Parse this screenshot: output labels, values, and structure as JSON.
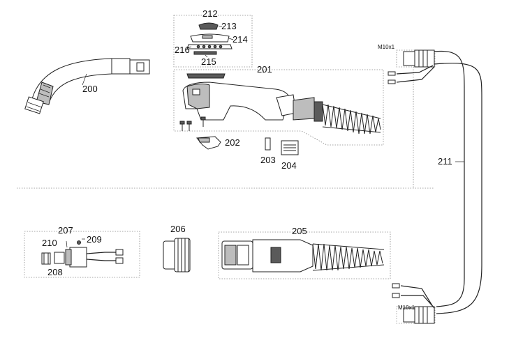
{
  "diagram": {
    "labels": {
      "l200": "200",
      "l201": "201",
      "l202": "202",
      "l203": "203",
      "l204": "204",
      "l205": "205",
      "l206": "206",
      "l207": "207",
      "l208": "208",
      "l209": "209",
      "l210": "210",
      "l211": "211",
      "l212": "212",
      "l213": "213",
      "l214": "214",
      "l215": "215",
      "l216": "216",
      "thread_top": "M10x1",
      "thread_bottom": "M10x1"
    }
  }
}
